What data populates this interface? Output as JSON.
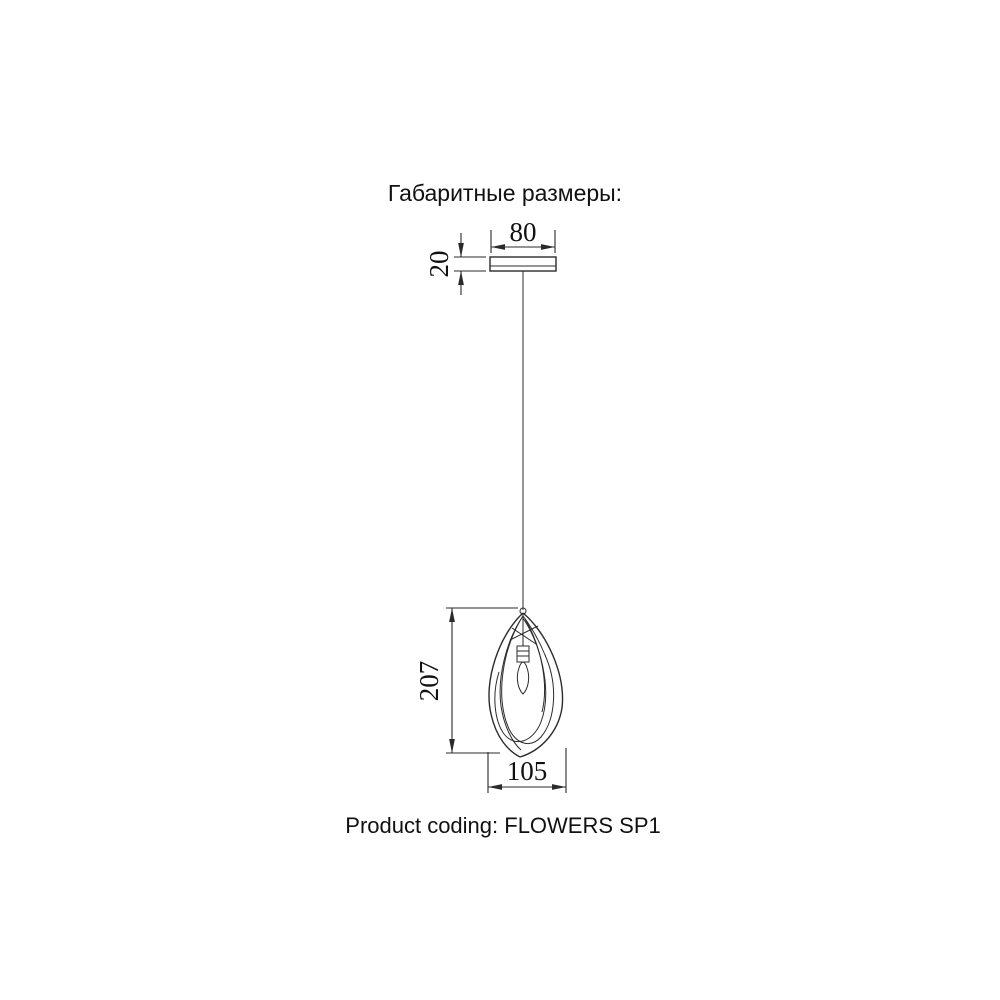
{
  "title": "Габаритные размеры:",
  "product_coding": "Product coding: FLOWERS SP1",
  "dimensions": {
    "canopy_width": "80",
    "canopy_height": "20",
    "shade_height": "207",
    "shade_width": "105"
  },
  "colors": {
    "line": "#2b2b2b",
    "background": "#ffffff"
  }
}
